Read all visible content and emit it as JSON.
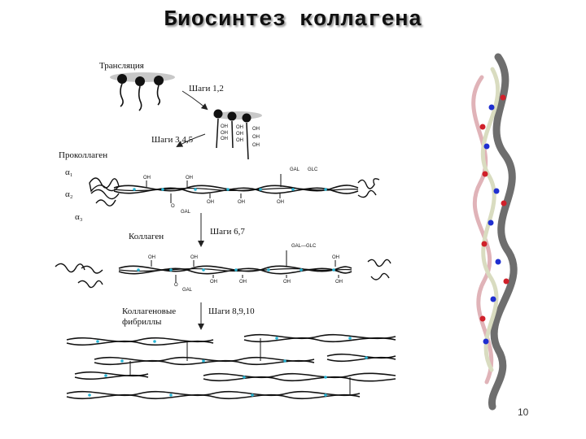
{
  "slide": {
    "title": "Биосинтез коллагена",
    "page_number": "10"
  },
  "diagram": {
    "translation_label": "Трансляция",
    "steps_1_2": "Шаги 1,2",
    "steps_3_4_5": "Шаги 3,4,5",
    "procollagen_label": "Проколлаген",
    "alpha1": "α₁",
    "alpha2": "α₂",
    "alpha3": "α₃",
    "collagen_label": "Коллаген",
    "steps_6_7": "Шаги 6,7",
    "fibrils_label_line1": "Коллагеновые",
    "fibrils_label_line2": "фибриллы",
    "steps_8_9_10": "Шаги 8,9,10",
    "oh": "OH",
    "gal": "GAL",
    "gal_glc": "GAL—GLC"
  },
  "colors": {
    "strand": "#1a1a1a",
    "crosslink": "#29b6d6",
    "helix_carbon": "#6e6e6e",
    "helix_light": "#d9dcc0",
    "helix_pink": "#e0b3b8",
    "nitrogen": "#1f2fd0",
    "oxygen": "#d0202a"
  }
}
